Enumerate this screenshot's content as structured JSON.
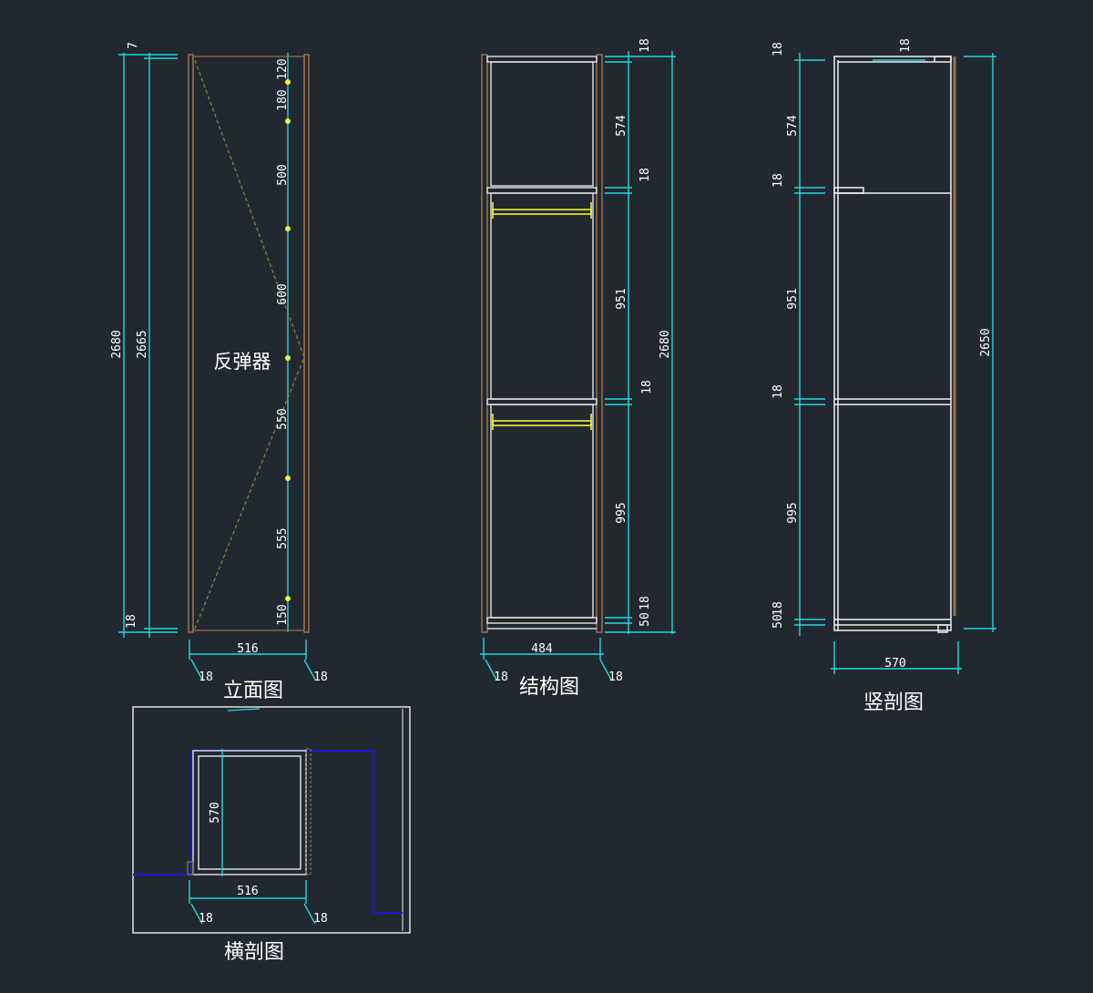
{
  "colors": {
    "background": "#212830",
    "dimension": "#1fd8e0",
    "panel": "#d9d9d9",
    "wood": "#9a7049",
    "rail": "#f2f040",
    "hinge_guide": "#8c8c2c",
    "wall": "#1818d8",
    "frame": "#f0f0f0"
  },
  "elevation": {
    "caption": "立面图",
    "note": "反弹器",
    "dims": {
      "total_outer": "2680",
      "total_inner": "2665",
      "top_gap": "7",
      "bottom_gap": "18",
      "width": "516",
      "left_side": "18",
      "right_side": "18",
      "seg1": "120",
      "seg2": "180",
      "seg3": "500",
      "seg4": "600",
      "seg5": "550",
      "seg6": "555",
      "seg7": "150"
    }
  },
  "structure": {
    "caption": "结构图",
    "dims": {
      "width": "484",
      "left_side": "18",
      "right_side": "18",
      "top_panel": "18",
      "seg1": "574",
      "shelf1": "18",
      "seg2": "951",
      "shelf2": "18",
      "seg3": "995",
      "bottom": "18",
      "base": "50",
      "total": "2680"
    }
  },
  "section_v": {
    "caption": "竖剖图",
    "dims": {
      "top_panel": "18",
      "top_gap": "18",
      "seg1": "574",
      "shelf1": "18",
      "seg2": "951",
      "shelf2": "18",
      "seg3": "995",
      "bottom": "18",
      "base": "50",
      "total": "2650",
      "depth": "570"
    }
  },
  "section_h": {
    "caption": "横剖图",
    "dims": {
      "depth": "570",
      "width": "516",
      "left_side": "18",
      "right_side": "18"
    }
  }
}
